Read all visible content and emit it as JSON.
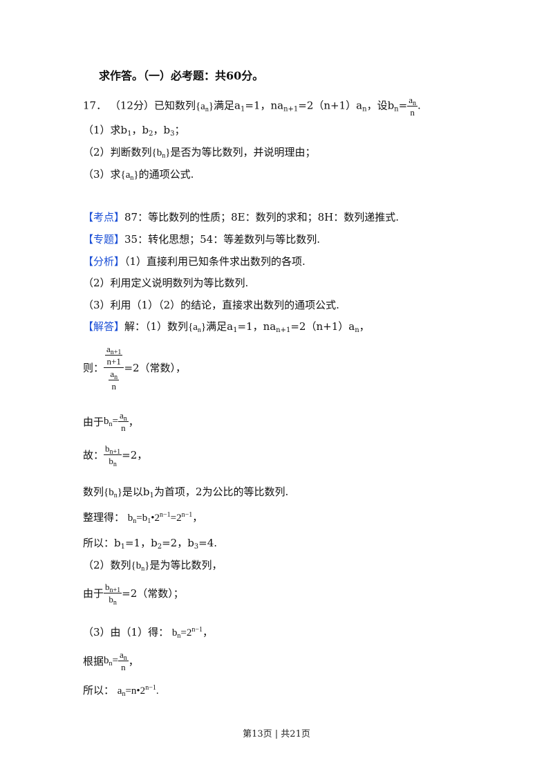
{
  "section_title": "求作答。（一）必考题：共60分。",
  "problem": {
    "number": "17．",
    "score": "（12分）",
    "stem_text": "已知数列",
    "stem_cond": "满足a",
    "stem_cond2": "=1，na",
    "stem_cond3": "=2（n+1）a",
    "stem_set": "，设b",
    "stem_eq": "=",
    "parts": [
      {
        "label": "（1）求b",
        "rest": ""
      },
      {
        "label": "（2）判断数列",
        "rest": "是否为等比数列，并说明理由；"
      },
      {
        "label": "（3）求",
        "rest": "的通项公式."
      }
    ]
  },
  "analysis": {
    "kaodian_tag": "【考点】",
    "kaodian_text": "87：等比数列的性质；8E：数列的求和；8H：数列递推式.",
    "zhuanti_tag": "【专题】",
    "zhuanti_text": "35：转化思想；54：等差数列与等比数列.",
    "fenxi_tag": "【分析】",
    "fenxi_text": "（1）直接利用已知条件求出数列的各项.",
    "fenxi_2": "（2）利用定义说明数列为等比数列.",
    "fenxi_3": "（3）利用（1）（2）的结论，直接求出数列的通项公式.",
    "jieda_tag": "【解答】",
    "jieda_text": "解：（1）数列"
  },
  "solution": {
    "ze": "则：",
    "const": "=2（常数），",
    "youyu": "由于",
    "gu": "故：",
    "eq2": "=2，",
    "series_line_a": "数列",
    "series_line_b": "是以b",
    "series_line_c": "为首项，2为公比的等比数列.",
    "zhengli": "整理得：",
    "suoyi1": "所以：b",
    "p2_a": "（2）数列",
    "p2_b": "是为等比数列，",
    "const2": "=2（常数）；",
    "p3": "（3）由（1）得：",
    "genju": "根据",
    "suoyi2": "所以："
  },
  "footer": {
    "text": "第13页 | 共21页"
  }
}
